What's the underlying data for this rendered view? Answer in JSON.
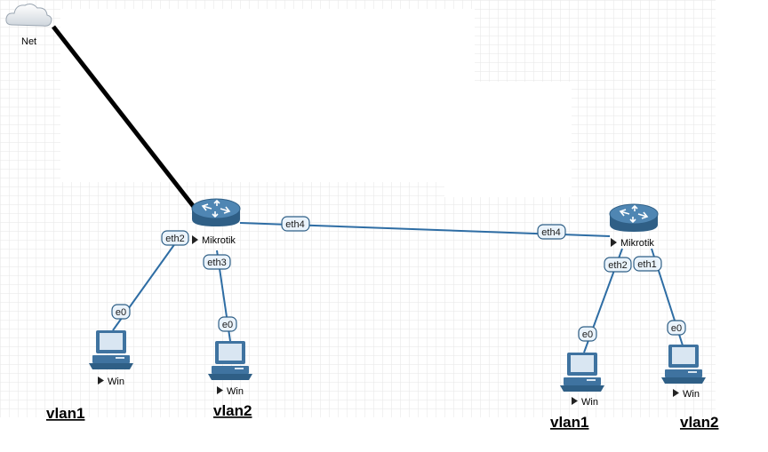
{
  "colors": {
    "link": "#2e6da4",
    "internet_link": "#000000",
    "router_top": "#4f86b3",
    "router_side": "#2f5f86",
    "badge_fill": "#eaf3fb",
    "badge_stroke": "#2f5f86",
    "grid": "#e4e4e4"
  },
  "nodes": {
    "cloud": {
      "label": "Net",
      "icon": "cloud-icon"
    },
    "router1": {
      "label": "Mikrotik",
      "icon": "router-icon"
    },
    "router2": {
      "label": "Mikrotik",
      "icon": "router-icon"
    },
    "pc1": {
      "label": "Win",
      "icon": "workstation-icon"
    },
    "pc2": {
      "label": "Win",
      "icon": "workstation-icon"
    },
    "pc3": {
      "label": "Win",
      "icon": "workstation-icon"
    },
    "pc4": {
      "label": "Win",
      "icon": "workstation-icon"
    }
  },
  "interfaces": {
    "r1_eth2": "eth2",
    "r1_eth3": "eth3",
    "r1_eth4": "eth4",
    "r2_eth4": "eth4",
    "r2_eth2": "eth2",
    "r2_eth1": "eth1",
    "pc1_e0": "e0",
    "pc2_e0": "e0",
    "pc3_e0": "e0",
    "pc4_e0": "e0"
  },
  "vlans": {
    "pc1": "vlan1",
    "pc2": "vlan2",
    "pc3": "vlan1",
    "pc4": "vlan2"
  }
}
